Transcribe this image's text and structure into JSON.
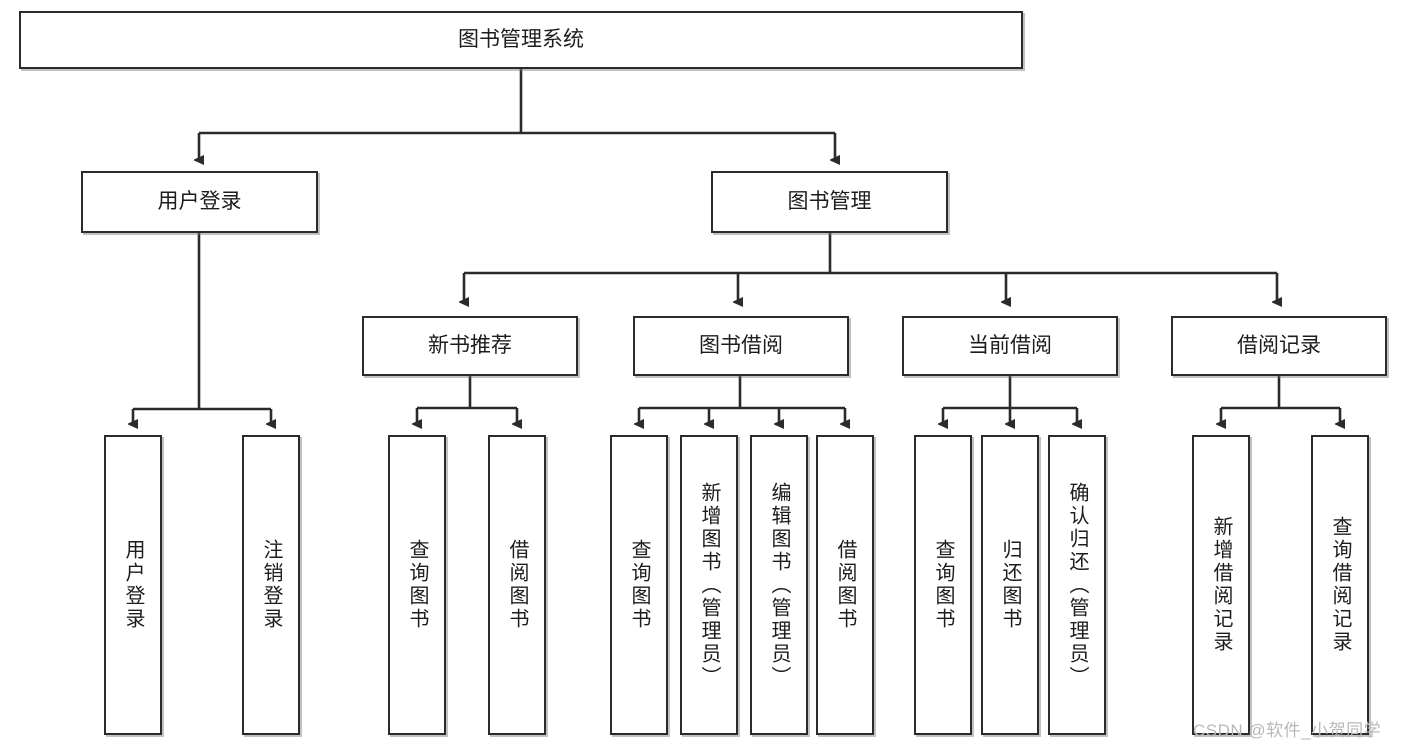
{
  "diagram": {
    "title": "图书管理系统",
    "type": "tree",
    "orientation": "top-down",
    "colors": {
      "box_border": "#2b2b2b",
      "box_fill": "#ffffff",
      "connector": "#2b2b2b",
      "text": "#1d1d1d",
      "watermark": "#b9b9b9",
      "background": "#ffffff"
    },
    "nodes": {
      "root": {
        "label": "图书管理系统"
      },
      "level2": [
        {
          "label": "用户登录"
        },
        {
          "label": "图书管理"
        }
      ],
      "level3": [
        {
          "label": "新书推荐"
        },
        {
          "label": "图书借阅"
        },
        {
          "label": "当前借阅"
        },
        {
          "label": "借阅记录"
        }
      ],
      "leaves": {
        "user_login": [
          {
            "label": "用户登录"
          },
          {
            "label": "注销登录"
          }
        ],
        "new_book_recommend": [
          {
            "label": "查询图书"
          },
          {
            "label": "借阅图书"
          }
        ],
        "book_borrow": [
          {
            "label": "查询图书"
          },
          {
            "label": "新增图书（管理员）"
          },
          {
            "label": "编辑图书（管理员）"
          },
          {
            "label": "借阅图书"
          }
        ],
        "current_borrow": [
          {
            "label": "查询图书"
          },
          {
            "label": "归还图书"
          },
          {
            "label": "确认归还（管理员）"
          }
        ],
        "borrow_record": [
          {
            "label": "新增借阅记录"
          },
          {
            "label": "查询借阅记录"
          }
        ]
      }
    }
  },
  "watermark": {
    "text": "CSDN @软件_小贺同学"
  }
}
